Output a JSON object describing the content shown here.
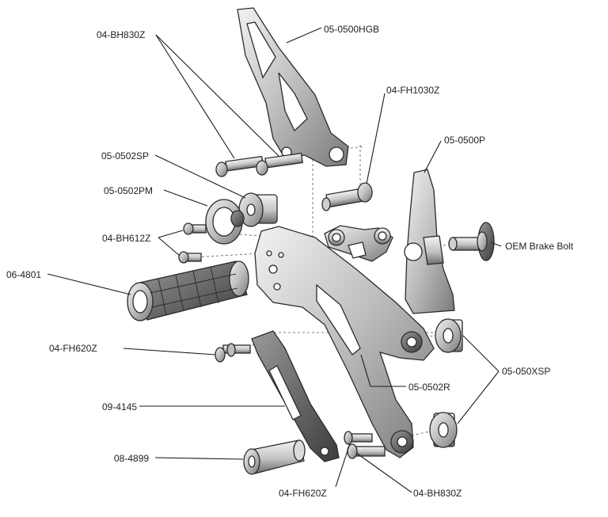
{
  "diagram": {
    "labels": {
      "top_bh830z": "04-BH830Z",
      "hanger": "05-0500HGB",
      "fh1030z": "04-FH1030Z",
      "spacer_sp": "05-0502SP",
      "pivot": "05-0500P",
      "pm": "05-0502PM",
      "oem_bolt": "OEM Brake Bolt",
      "bh612z": "04-BH612Z",
      "peg": "06-4801",
      "fh620z_mid": "04-FH620Z",
      "xsp": "05-050XSP",
      "plate_r": "05-0502R",
      "link": "09-4145",
      "sleeve": "08-4899",
      "fh620z_bottom": "04-FH620Z",
      "bottom_bh830z": "04-BH830Z"
    },
    "colors": {
      "metal_light": "#d9d9d9",
      "metal_mid": "#a8a8a8",
      "metal_dark": "#555555",
      "outline": "#2b2b2b",
      "leader": "#1a1a1a"
    }
  }
}
